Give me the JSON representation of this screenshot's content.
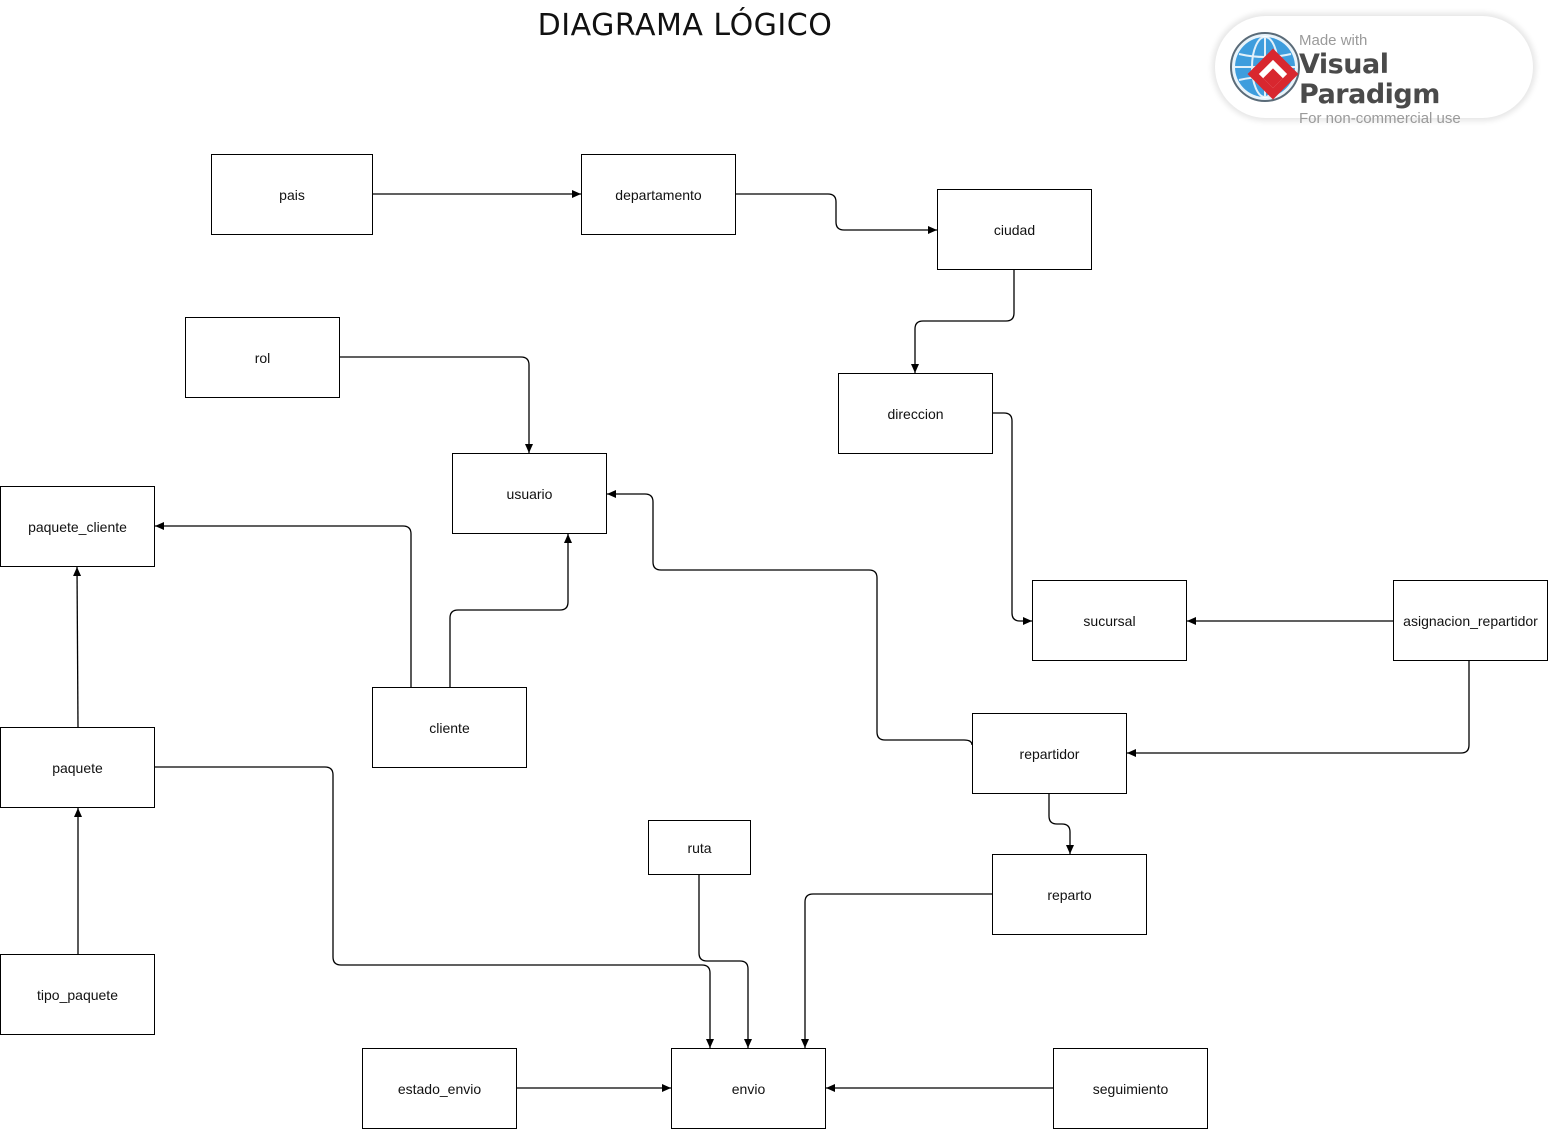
{
  "diagram": {
    "title": "DIAGRAMA LÓGICO",
    "nodes": {
      "pais": "pais",
      "departamento": "departamento",
      "ciudad": "ciudad",
      "rol": "rol",
      "direccion": "direccion",
      "usuario": "usuario",
      "paquete_cliente": "paquete_cliente",
      "sucursal": "sucursal",
      "asignacion_repartidor": "asignacion_repartidor",
      "cliente": "cliente",
      "repartidor": "repartidor",
      "paquete": "paquete",
      "ruta": "ruta",
      "reparto": "reparto",
      "tipo_paquete": "tipo_paquete",
      "estado_envio": "estado_envio",
      "envio": "envio",
      "seguimiento": "seguimiento"
    },
    "edges": [
      {
        "from": "pais",
        "to": "departamento"
      },
      {
        "from": "departamento",
        "to": "ciudad"
      },
      {
        "from": "ciudad",
        "to": "direccion"
      },
      {
        "from": "direccion",
        "to": "sucursal"
      },
      {
        "from": "rol",
        "to": "usuario"
      },
      {
        "from": "cliente",
        "to": "usuario"
      },
      {
        "from": "cliente",
        "to": "paquete_cliente"
      },
      {
        "from": "repartidor",
        "to": "usuario"
      },
      {
        "from": "asignacion_repartidor",
        "to": "sucursal"
      },
      {
        "from": "asignacion_repartidor",
        "to": "repartidor"
      },
      {
        "from": "repartidor",
        "to": "reparto"
      },
      {
        "from": "reparto",
        "to": "envio"
      },
      {
        "from": "paquete",
        "to": "paquete_cliente"
      },
      {
        "from": "tipo_paquete",
        "to": "paquete"
      },
      {
        "from": "paquete",
        "to": "envio"
      },
      {
        "from": "ruta",
        "to": "envio"
      },
      {
        "from": "estado_envio",
        "to": "envio"
      },
      {
        "from": "seguimiento",
        "to": "envio"
      }
    ]
  },
  "watermark": {
    "made_with": "Made with",
    "brand": "Visual Paradigm",
    "note": "For non-commercial use"
  },
  "colors": {
    "line": "#000000",
    "node_border": "#000000",
    "logo_red": "#d8272f",
    "logo_blue": "#2d8fd5"
  }
}
